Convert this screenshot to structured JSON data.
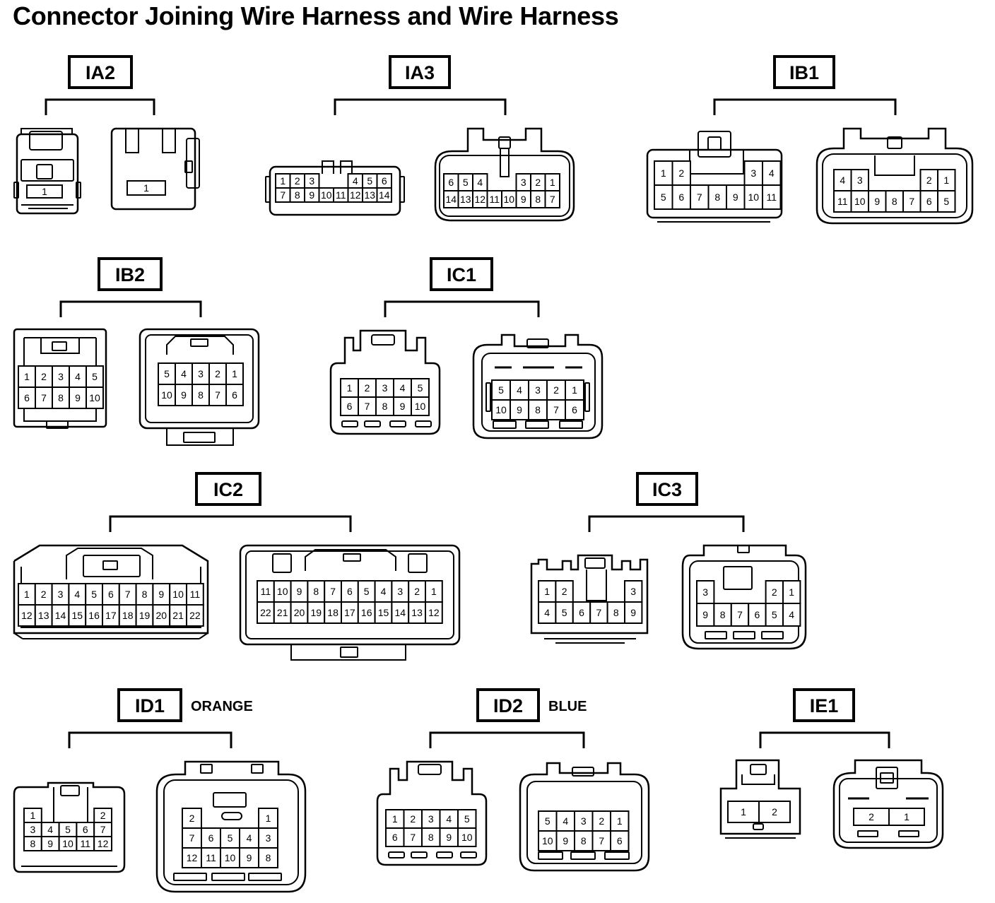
{
  "title": "Connector Joining Wire Harness and Wire Harness",
  "connectors": [
    {
      "id": "IA2",
      "note": "",
      "left": [
        [
          "1"
        ]
      ],
      "right": [
        [
          "1"
        ]
      ]
    },
    {
      "id": "IA3",
      "note": "",
      "left": [
        [
          "1",
          "2",
          "3",
          "",
          "",
          "4",
          "5",
          "6"
        ],
        [
          "7",
          "8",
          "9",
          "10",
          "11",
          "12",
          "13",
          "14"
        ]
      ],
      "right": [
        [
          "6",
          "5",
          "4",
          "",
          "",
          "3",
          "2",
          "1"
        ],
        [
          "14",
          "13",
          "12",
          "11",
          "10",
          "9",
          "8",
          "7"
        ]
      ]
    },
    {
      "id": "IB1",
      "note": "",
      "left": [
        [
          "1",
          "2",
          "",
          "",
          "",
          "3",
          "4"
        ],
        [
          "5",
          "6",
          "7",
          "8",
          "9",
          "10",
          "11"
        ]
      ],
      "right": [
        [
          "4",
          "3",
          "",
          "",
          "",
          "2",
          "1"
        ],
        [
          "11",
          "10",
          "9",
          "8",
          "7",
          "6",
          "5"
        ]
      ]
    },
    {
      "id": "IB2",
      "note": "",
      "left": [
        [
          "1",
          "2",
          "3",
          "4",
          "5"
        ],
        [
          "6",
          "7",
          "8",
          "9",
          "10"
        ]
      ],
      "right": [
        [
          "5",
          "4",
          "3",
          "2",
          "1"
        ],
        [
          "10",
          "9",
          "8",
          "7",
          "6"
        ]
      ]
    },
    {
      "id": "IC1",
      "note": "",
      "left": [
        [
          "1",
          "2",
          "3",
          "4",
          "5"
        ],
        [
          "6",
          "7",
          "8",
          "9",
          "10"
        ]
      ],
      "right": [
        [
          "5",
          "4",
          "3",
          "2",
          "1"
        ],
        [
          "10",
          "9",
          "8",
          "7",
          "6"
        ]
      ]
    },
    {
      "id": "IC2",
      "note": "",
      "left": [
        [
          "1",
          "2",
          "3",
          "4",
          "5",
          "6",
          "7",
          "8",
          "9",
          "10",
          "11"
        ],
        [
          "12",
          "13",
          "14",
          "15",
          "16",
          "17",
          "18",
          "19",
          "20",
          "21",
          "22"
        ]
      ],
      "right": [
        [
          "11",
          "10",
          "9",
          "8",
          "7",
          "6",
          "5",
          "4",
          "3",
          "2",
          "1"
        ],
        [
          "22",
          "21",
          "20",
          "19",
          "18",
          "17",
          "16",
          "15",
          "14",
          "13",
          "12"
        ]
      ]
    },
    {
      "id": "IC3",
      "note": "",
      "left": [
        [
          "1",
          "2",
          "",
          "",
          "",
          "3"
        ],
        [
          "4",
          "5",
          "6",
          "7",
          "8",
          "9"
        ]
      ],
      "right": [
        [
          "3",
          "",
          "",
          "",
          "2",
          "1"
        ],
        [
          "9",
          "8",
          "7",
          "6",
          "5",
          "4"
        ]
      ]
    },
    {
      "id": "ID1",
      "note": "ORANGE",
      "left": [
        [
          "1",
          "",
          "",
          "",
          "2"
        ],
        [
          "3",
          "4",
          "5",
          "6",
          "7"
        ],
        [
          "8",
          "9",
          "10",
          "11",
          "12"
        ]
      ],
      "right": [
        [
          "2",
          "",
          "",
          "",
          "1"
        ],
        [
          "7",
          "6",
          "5",
          "4",
          "3"
        ],
        [
          "12",
          "11",
          "10",
          "9",
          "8"
        ]
      ]
    },
    {
      "id": "ID2",
      "note": "BLUE",
      "left": [
        [
          "1",
          "2",
          "3",
          "4",
          "5"
        ],
        [
          "6",
          "7",
          "8",
          "9",
          "10"
        ]
      ],
      "right": [
        [
          "5",
          "4",
          "3",
          "2",
          "1"
        ],
        [
          "10",
          "9",
          "8",
          "7",
          "6"
        ]
      ]
    },
    {
      "id": "IE1",
      "note": "",
      "left": [
        [
          "1",
          "2"
        ]
      ],
      "right": [
        [
          "2",
          "1"
        ]
      ]
    }
  ]
}
